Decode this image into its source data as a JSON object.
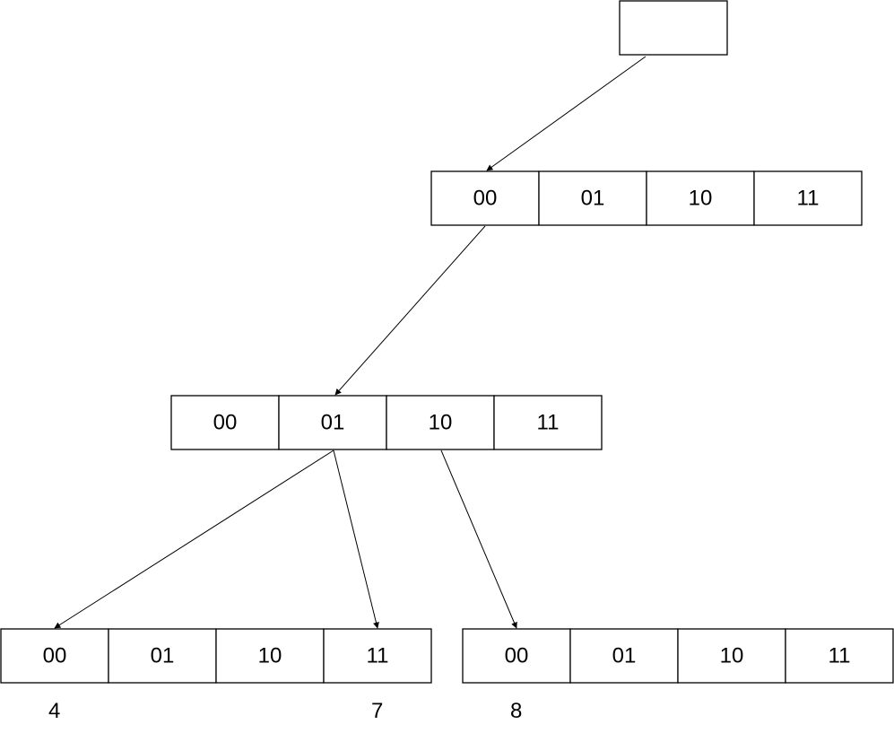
{
  "root": {
    "label": ""
  },
  "level1": {
    "cells": [
      "00",
      "01",
      "10",
      "11"
    ]
  },
  "level2": {
    "cells": [
      "00",
      "01",
      "10",
      "11"
    ]
  },
  "leaf_left": {
    "cells": [
      "00",
      "01",
      "10",
      "11"
    ]
  },
  "leaf_right": {
    "cells": [
      "00",
      "01",
      "10",
      "11"
    ]
  },
  "annotations": [
    "4",
    "7",
    "8"
  ],
  "colors": {
    "stroke": "#000000",
    "fill": "#ffffff",
    "background": "#ffffff"
  }
}
